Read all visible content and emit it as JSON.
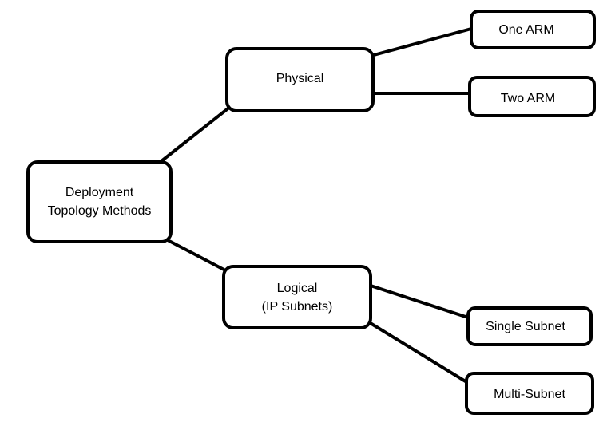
{
  "diagram": {
    "root": {
      "lines": [
        "Deployment",
        "Topology Methods"
      ]
    },
    "physical": {
      "lines": [
        "Physical"
      ]
    },
    "logical": {
      "lines": [
        "Logical",
        "(IP Subnets)"
      ]
    },
    "one_arm": {
      "lines": [
        "One ARM"
      ]
    },
    "two_arm": {
      "lines": [
        "Two ARM"
      ]
    },
    "single_subnet": {
      "lines": [
        "Single Subnet"
      ]
    },
    "multi_subnet": {
      "lines": [
        "Multi-Subnet"
      ]
    }
  },
  "colors": {
    "line": "#000000",
    "background": "#ffffff"
  }
}
